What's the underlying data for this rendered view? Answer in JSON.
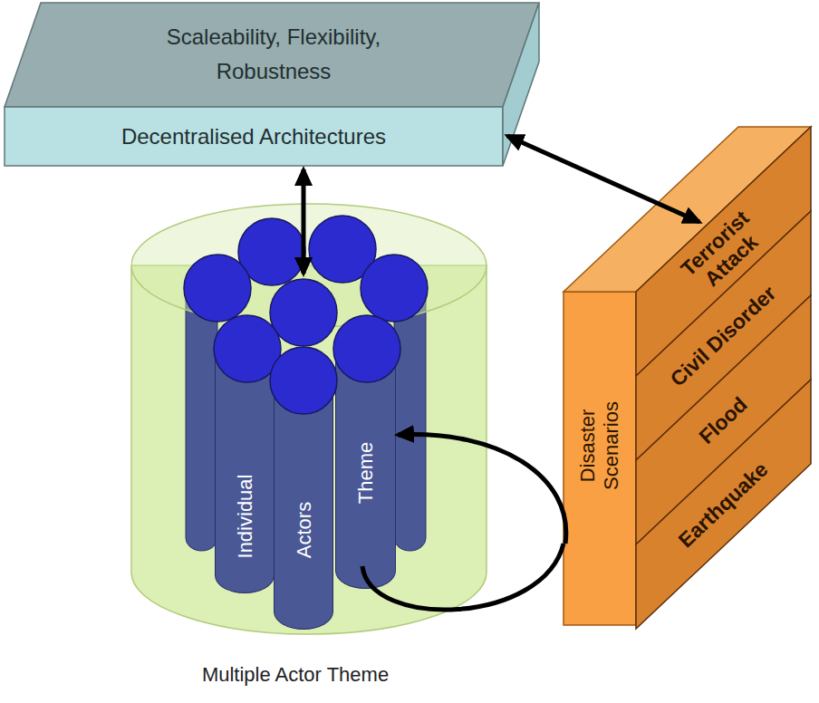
{
  "diagram": {
    "nodes": [
      {
        "text": [
          "Scaleability, Flexibility, Robustness",
          "Decentralised Architectures"
        ]
      },
      {
        "text": [
          "Multiple Actor Theme"
        ]
      },
      {
        "text": [
          "Individual"
        ],
        "in": 1
      },
      {
        "text": [
          "Actors"
        ],
        "in": 1
      },
      {
        "text": [
          "Theme"
        ],
        "in": 1
      },
      {
        "text": [
          "Disaster Scenarios"
        ]
      },
      {
        "text": [
          "Terrorist Attack"
        ],
        "in": 5
      },
      {
        "text": [
          "Civil Disorder"
        ],
        "in": 5
      },
      {
        "text": [
          "Flood"
        ],
        "in": 5
      },
      {
        "text": [
          "Earthquake"
        ],
        "in": 5
      }
    ],
    "edges": [
      {
        "from": 0,
        "to": 1,
        "arrow": "both"
      },
      {
        "from": 0,
        "to": 5,
        "arrow": "both"
      },
      {
        "from": 5,
        "to": 4,
        "arrow": "to"
      }
    ]
  }
}
